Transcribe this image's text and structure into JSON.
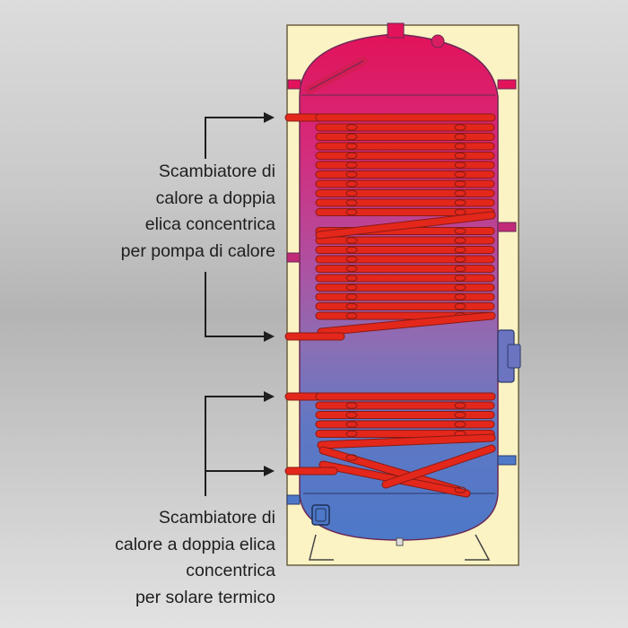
{
  "labels": {
    "heat_pump_exchanger": [
      "Scambiatore di",
      "calore a doppia",
      "elica concentrica",
      "per pompa di calore"
    ],
    "solar_exchanger": [
      "Scambiatore di",
      "calore a doppia elica",
      "concentrica",
      "per solare termico"
    ]
  },
  "colors": {
    "background": "#c4c4c4",
    "insulation": "#fbf3c4",
    "tank_hot": "#e2135a",
    "tank_mid": "#8a6fb5",
    "tank_cold": "#4d78c8",
    "coil": "#e4271b",
    "coil_outline": "#8a1a14",
    "pointer": "#1e1e1e"
  }
}
